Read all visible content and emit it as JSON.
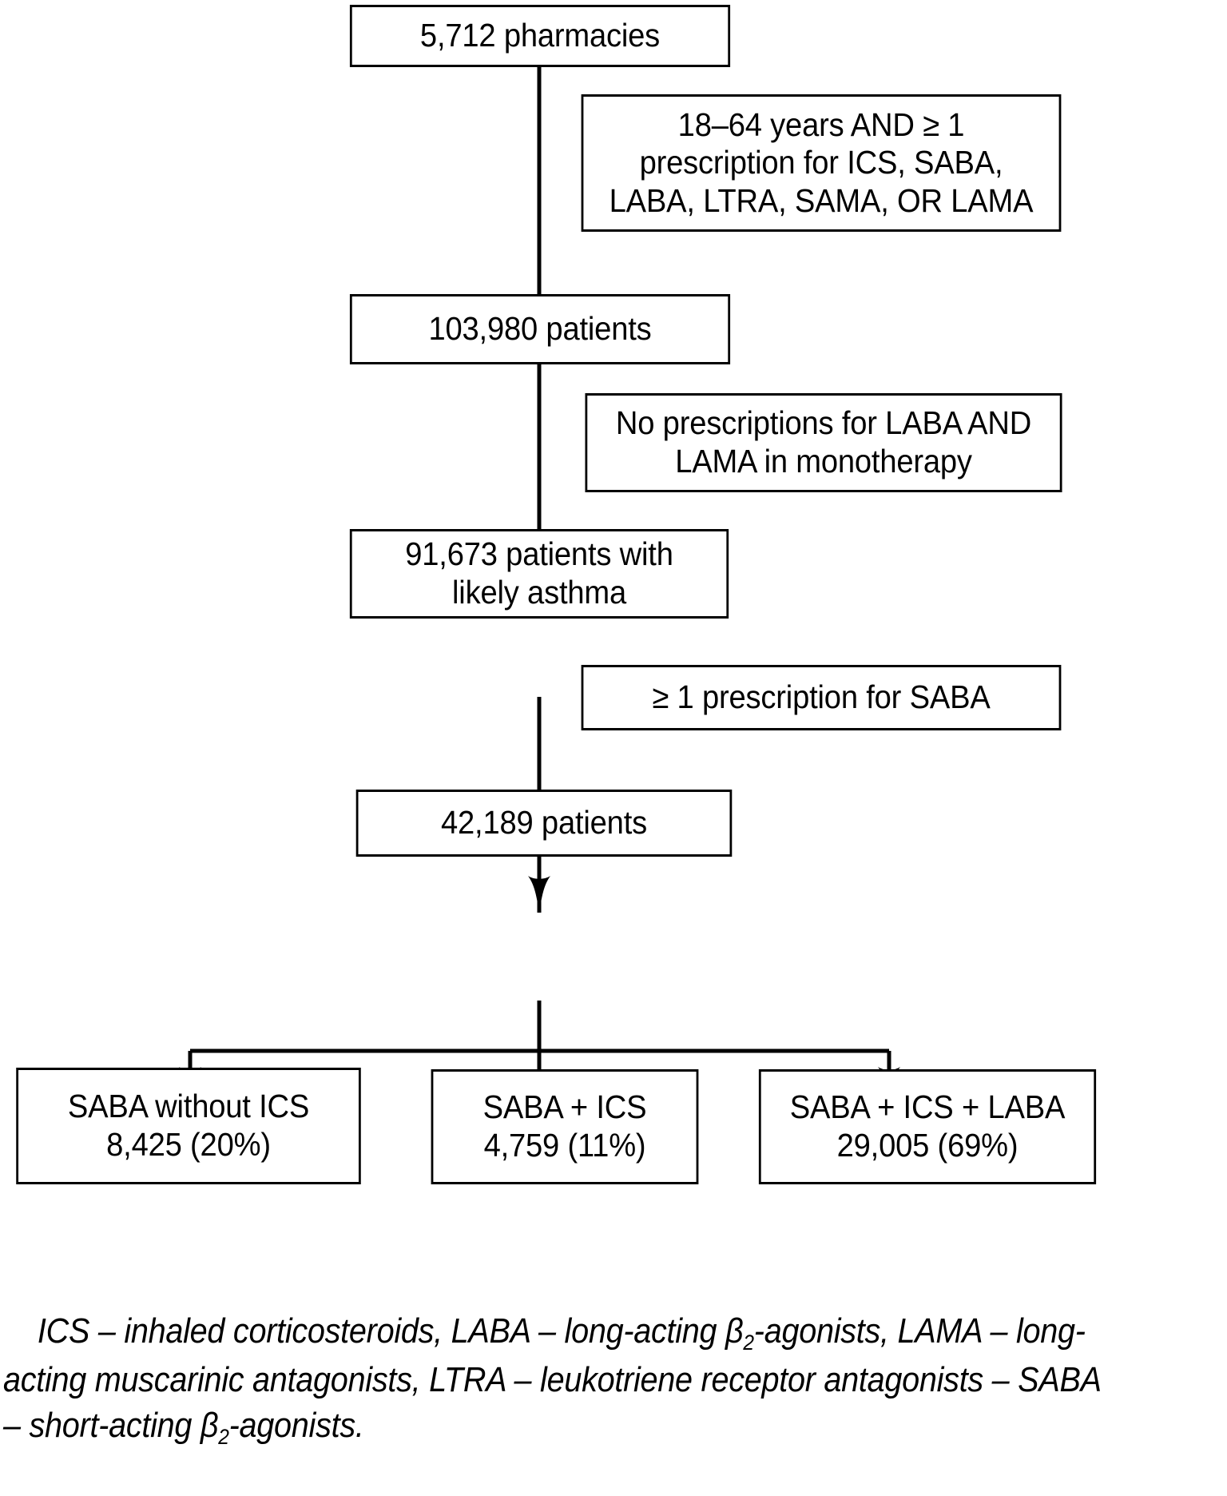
{
  "diagram": {
    "type": "flowchart",
    "title": "Patient selection flow chart",
    "nodes": {
      "n1": {
        "label": "5,712 pharmacies",
        "lines": [
          "5,712 pharmacies"
        ]
      },
      "n2": {
        "label": "103,980 patients",
        "lines": [
          "103,980 patients"
        ]
      },
      "n3": {
        "label": "91,673 patients with likely asthma",
        "lines": [
          "91,673 patients with",
          "likely asthma"
        ]
      },
      "n4": {
        "label": "42,189 patients",
        "lines": [
          "42,189 patients"
        ]
      },
      "t1": {
        "label": "SABA without ICS 8,425 (20%)",
        "lines": [
          "SABA without ICS",
          "8,425 (20%)"
        ],
        "count": "8,425",
        "percent": "20%"
      },
      "t2": {
        "label": "SABA + ICS 4,759 (11%)",
        "lines": [
          "SABA + ICS",
          "4,759 (11%)"
        ],
        "count": "4,759",
        "percent": "11%"
      },
      "t3": {
        "label": "SABA + ICS + LABA 29,005 (69%)",
        "lines": [
          "SABA + ICS + LABA",
          "29,005 (69%)"
        ],
        "count": "29,005",
        "percent": "69%"
      }
    },
    "criteria": {
      "c1": {
        "label": "18–64 years AND ≥ 1 prescription for ICS, SABA, LABA, LTRA, SAMA, OR LAMA",
        "lines": [
          "18–64 years AND ≥ 1",
          "prescription for ICS, SABA,",
          "LABA, LTRA, SAMA, OR LAMA"
        ]
      },
      "c2": {
        "label": "No prescriptions for LABA AND LAMA in monotherapy",
        "lines": [
          "No prescriptions for LABA AND",
          "LAMA in monotherapy"
        ]
      },
      "c3": {
        "label": "≥ 1 prescription for SABA",
        "lines": [
          "≥ 1 prescription for SABA"
        ]
      }
    },
    "edges": [
      {
        "from": "n1",
        "to": "n2",
        "arrow": "down"
      },
      {
        "from": "n2",
        "to": "n3",
        "arrow": "down"
      },
      {
        "from": "n3",
        "to": "n4",
        "arrow": "down"
      },
      {
        "from": "n4",
        "to": "t1",
        "arrow": "down"
      },
      {
        "from": "n4",
        "to": "t2",
        "arrow": "none"
      },
      {
        "from": "n4",
        "to": "t3",
        "arrow": "down"
      }
    ],
    "colors": {
      "stroke": "#000000",
      "fill": "#ffffff",
      "text": "#000000"
    }
  },
  "footnote": {
    "segments": [
      {
        "t": "ICS – inhaled corticosteroids, LABA – long-acting β"
      },
      {
        "sub": "2"
      },
      {
        "t": "-agonists, LAMA – long-acting muscarinic antagonists, LTRA – leukotriene receptor antagonists – SABA – short-acting β"
      },
      {
        "sub": "2"
      },
      {
        "t": "-agonists."
      }
    ],
    "plain": "ICS – inhaled corticosteroids, LABA – long-acting β2-agonists, LAMA – long-acting muscarinic antagonists, LTRA – leukotriene receptor antagonists – SABA – short-acting β2-agonists."
  }
}
